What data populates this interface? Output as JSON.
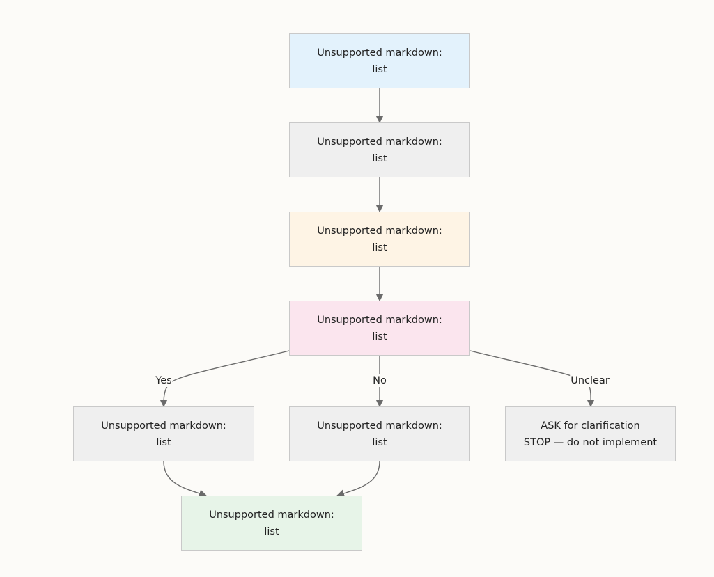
{
  "colors": {
    "background": "#fcfbf8",
    "edge": "#6b6b6b",
    "border": "#c9c9c9",
    "text": "#222222"
  },
  "nodes": {
    "n1": {
      "line1": "Unsupported markdown:",
      "line2": "list",
      "fill": "#e3f2fc"
    },
    "n2": {
      "line1": "Unsupported markdown:",
      "line2": "list",
      "fill": "#efefef"
    },
    "n3": {
      "line1": "Unsupported markdown:",
      "line2": "list",
      "fill": "#fef4e5"
    },
    "n4": {
      "line1": "Unsupported markdown:",
      "line2": "list",
      "fill": "#fbe5ee"
    },
    "yes": {
      "line1": "Unsupported markdown:",
      "line2": "list",
      "fill": "#efefef"
    },
    "no": {
      "line1": "Unsupported markdown:",
      "line2": "list",
      "fill": "#efefef"
    },
    "unclear": {
      "line1": "ASK for clarification",
      "line2": "STOP — do not implement",
      "fill": "#efefef"
    },
    "end": {
      "line1": "Unsupported markdown:",
      "line2": "list",
      "fill": "#e7f4e8"
    }
  },
  "edge_labels": {
    "yes": "Yes",
    "no": "No",
    "unclear": "Unclear"
  }
}
